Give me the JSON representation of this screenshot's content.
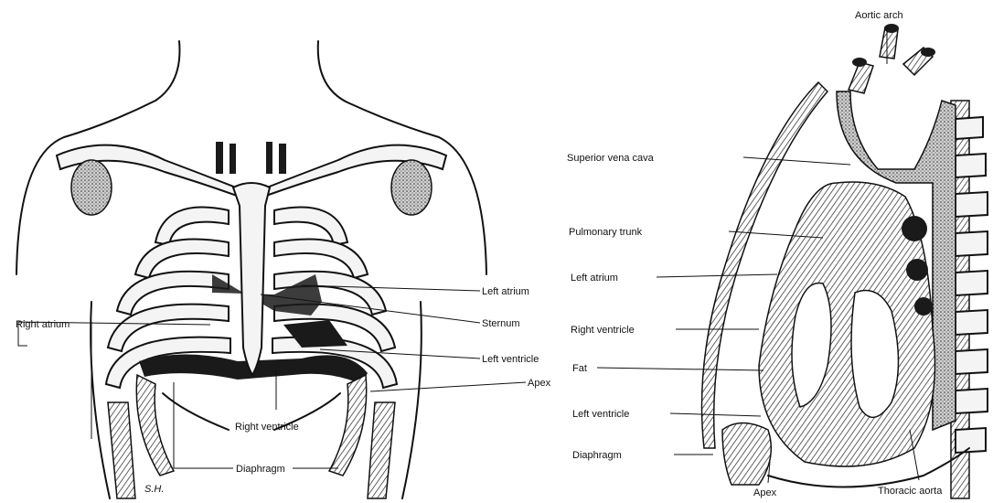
{
  "front_view": {
    "labels": {
      "left_atrium": "Left atrium",
      "sternum": "Sternum",
      "right_atrium": "Right atrium",
      "left_ventricle": "Left ventricle",
      "apex": "Apex",
      "right_ventricle": "Right ventricle",
      "diaphragm": "Diaphragm"
    },
    "signature": "S.H."
  },
  "lateral_view": {
    "labels": {
      "aortic_arch": "Aortic arch",
      "superior_vena_cava": "Superior vena cava",
      "pulmonary_trunk": "Pulmonary trunk",
      "left_atrium": "Left atrium",
      "right_ventricle": "Right ventricle",
      "fat": "Fat",
      "left_ventricle": "Left ventricle",
      "diaphragm": "Diaphragm",
      "apex": "Apex",
      "thoracic_aorta": "Thoracic aorta"
    }
  }
}
